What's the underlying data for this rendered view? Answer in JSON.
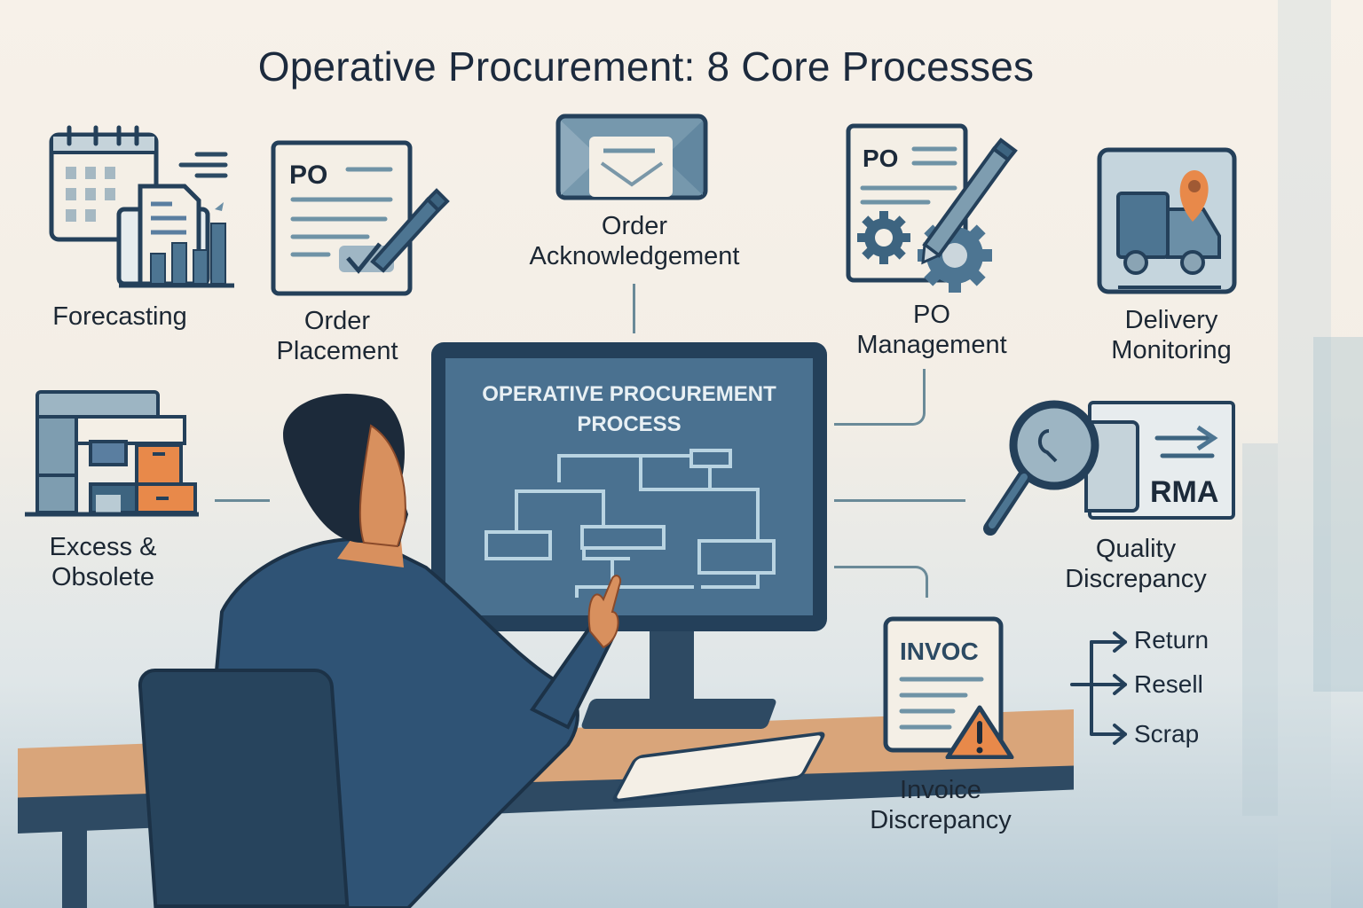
{
  "title": "Operative Procurement: 8 Core Processes",
  "colors": {
    "navy": "#2c4a63",
    "steel": "#4f7590",
    "light_steel": "#9db5c3",
    "accent_orange": "#e8894a",
    "paper": "#f4efe6",
    "screen": "#3d6480"
  },
  "processes": [
    {
      "id": "forecasting",
      "label": "Forecasting",
      "icon": "calendar-chart-icon"
    },
    {
      "id": "order-placement",
      "label_line1": "Order",
      "label_line2": "Placement",
      "icon": "po-document-check-icon",
      "doc_text": "PO"
    },
    {
      "id": "order-acknowledgement",
      "label_line1": "Order",
      "label_line2": "Acknowledgement",
      "icon": "envelope-icon"
    },
    {
      "id": "po-management",
      "label_line1": "PO",
      "label_line2": "Management",
      "icon": "po-document-gear-icon",
      "doc_text": "PO"
    },
    {
      "id": "delivery-monitoring",
      "label_line1": "Delivery",
      "label_line2": "Monitoring",
      "icon": "truck-location-icon"
    },
    {
      "id": "excess-obsolete",
      "label_line1": "Excess &",
      "label_line2": "Obsolete",
      "icon": "warehouse-boxes-icon"
    },
    {
      "id": "quality-discrepancy",
      "label_line1": "Quality",
      "label_line2": "Discrepancy",
      "icon": "magnifier-rma-icon",
      "doc_text": "RMA"
    },
    {
      "id": "invoice-discrepancy",
      "label_line1": "Invoice",
      "label_line2": "Discrepancy",
      "icon": "invoice-warning-icon",
      "doc_text": "INVOC"
    }
  ],
  "quality_outcomes": [
    "Return",
    "Resell",
    "Scrap"
  ],
  "monitor": {
    "title_line1": "OPERATIVE PROCUREMENT",
    "title_line2": "PROCESS"
  }
}
